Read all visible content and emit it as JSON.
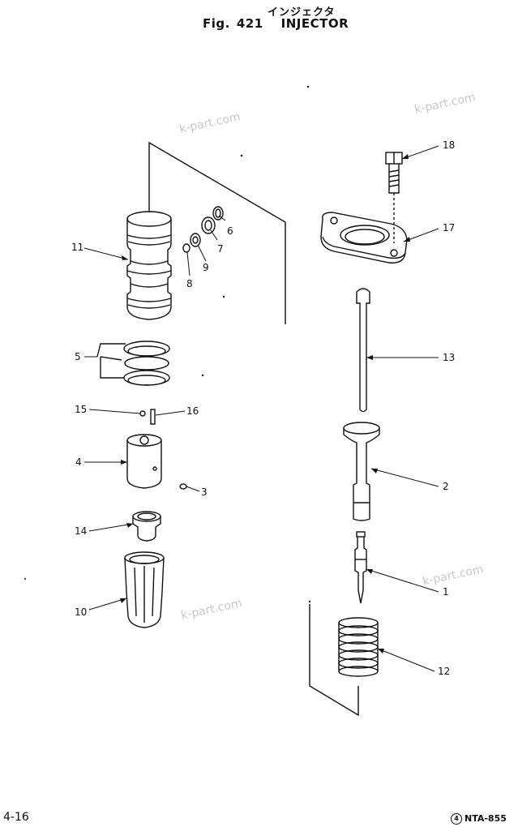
{
  "header": {
    "japanese_title": "インジェクタ",
    "figure_label": "Fig.",
    "figure_number": "421",
    "figure_title": "INJECTOR"
  },
  "callouts": {
    "c1": "1",
    "c2": "2",
    "c3": "3",
    "c4": "4",
    "c5": "5",
    "c6": "6",
    "c7": "7",
    "c8": "8",
    "c9": "9",
    "c10": "10",
    "c11": "11",
    "c12": "12",
    "c13": "13",
    "c14": "14",
    "c15": "15",
    "c16": "16",
    "c17": "17",
    "c18": "18"
  },
  "watermarks": {
    "text": "k-part.com"
  },
  "footer": {
    "page_number": "4-16",
    "doc_code_symbol": "4",
    "doc_code": "NTA-855"
  }
}
